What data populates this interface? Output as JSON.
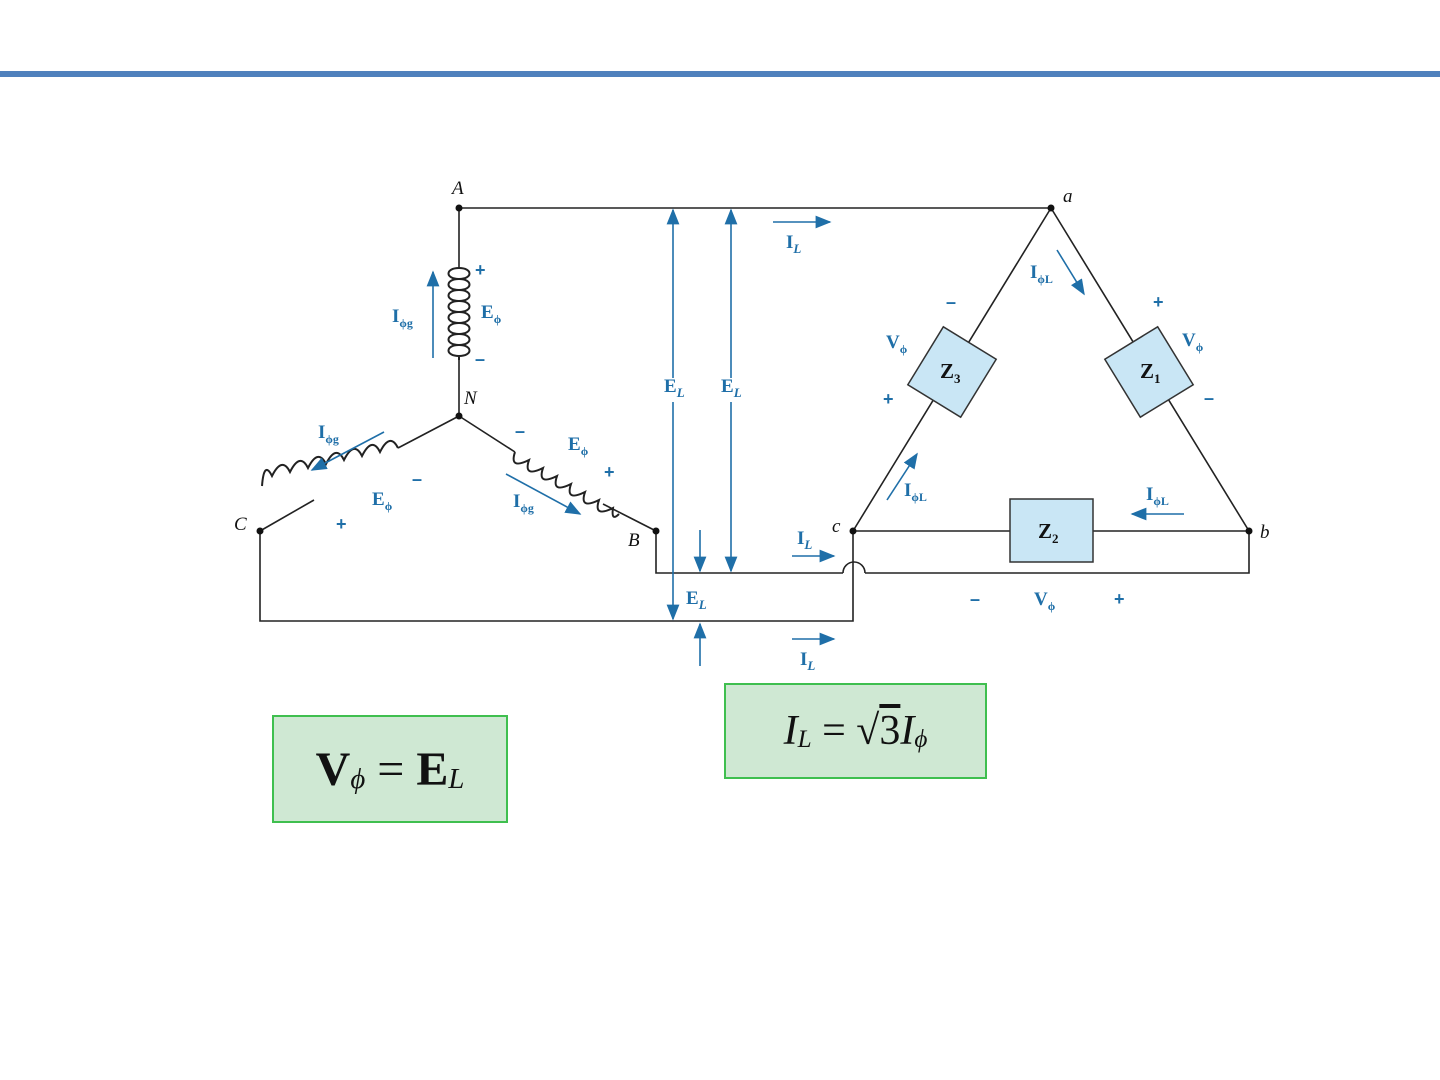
{
  "nodes": {
    "A": "A",
    "B": "B",
    "C": "C",
    "N": "N",
    "a": "a",
    "b": "b",
    "c": "c"
  },
  "symbols": {
    "E_phi": "E",
    "E_phi_sub": "ϕ",
    "I_phi_g": "I",
    "I_phi_g_sub": "ϕg",
    "I_phi_L": "I",
    "I_phi_L_sub": "ϕL",
    "E_L": "E",
    "E_L_sub": "L",
    "I_L": "I",
    "I_L_sub": "L",
    "V_phi": "V",
    "V_phi_sub": "ϕ",
    "plus": "+",
    "minus": "–"
  },
  "impedances": {
    "z1": {
      "main": "Z",
      "sub": "1"
    },
    "z2": {
      "main": "Z",
      "sub": "2"
    },
    "z3": {
      "main": "Z",
      "sub": "3"
    }
  },
  "formulas": {
    "voltage": {
      "lhs": "V",
      "lhs_sub": "ϕ",
      "eq": " = ",
      "rhs": "E",
      "rhs_sub": "L"
    },
    "current": {
      "lhs": "I",
      "lhs_sub": "L",
      "eq": " = ",
      "root": "√",
      "radicand": "3",
      "rhs": "I",
      "rhs_sub": "ϕ"
    }
  },
  "colors": {
    "accent_bar": "#4f81bd",
    "label_blue": "#1f6fa8",
    "impedance_fill": "#c9e6f5",
    "formula_bg": "#cfe8d3",
    "formula_border": "#3fbf4f"
  }
}
